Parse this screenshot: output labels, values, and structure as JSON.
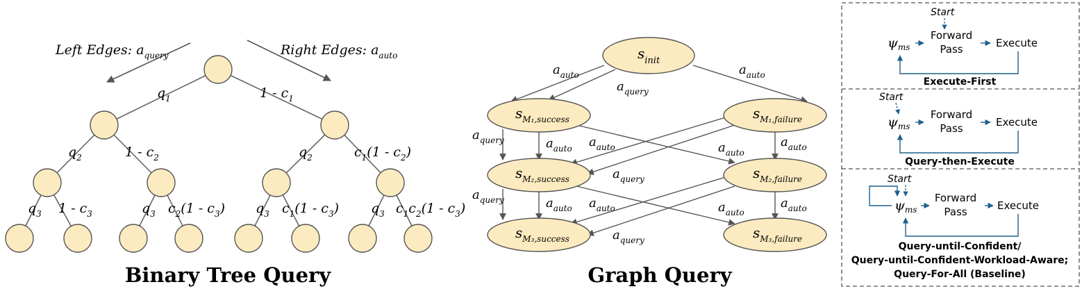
{
  "tree": {
    "caption": "Binary Tree Query",
    "left_edges": {
      "text": "Left Edges: a",
      "sub": "query"
    },
    "right_edges": {
      "text": "Right Edges: a",
      "sub": "auto"
    },
    "labels": {
      "q1": {
        "main": "q",
        "sub": "1"
      },
      "c1": {
        "main": "1 - c",
        "sub": "1"
      },
      "q2a": {
        "main": "q",
        "sub": "2"
      },
      "c2a": {
        "main": "1 - c",
        "sub": "2"
      },
      "q2b": {
        "main": "q",
        "sub": "2"
      },
      "c1c2": {
        "parts": [
          "c",
          "1",
          "(1 - c",
          "2",
          ")"
        ]
      },
      "q3a": {
        "main": "q",
        "sub": "3"
      },
      "c3a": {
        "main": "1 - c",
        "sub": "3"
      },
      "q3b": {
        "main": "q",
        "sub": "3"
      },
      "c2c3": {
        "parts": [
          "c",
          "2",
          "(1 - c",
          "3",
          ")"
        ]
      },
      "q3c": {
        "main": "q",
        "sub": "3"
      },
      "c1c3": {
        "parts": [
          "c",
          "1",
          "(1 - c",
          "3",
          ")"
        ]
      },
      "q3d": {
        "main": "q",
        "sub": "3"
      },
      "c1c2c3": {
        "parts": [
          "c",
          "1",
          "c",
          "2",
          "(1 - c",
          "3",
          ")"
        ]
      }
    }
  },
  "graph": {
    "caption": "Graph Query",
    "nodes": {
      "init": {
        "main": "s",
        "sub": "init"
      },
      "m1s": {
        "main": "s",
        "sub": "M₁,success"
      },
      "m1f": {
        "main": "s",
        "sub": "M₁,failure"
      },
      "m2s": {
        "main": "s",
        "sub": "M₂,success"
      },
      "m2f": {
        "main": "s",
        "sub": "M₂,failure"
      },
      "m3s": {
        "main": "s",
        "sub": "M₃,success"
      },
      "m3f": {
        "main": "s",
        "sub": "M₃,failure"
      }
    },
    "action_main": "a",
    "auto": "auto",
    "query": "query"
  },
  "panels": {
    "start": "Start",
    "psi": "ψ",
    "psi_sub": "ms",
    "forward": "Forward",
    "pass": "Pass",
    "execute": "Execute",
    "panel1_title": "Execute-First",
    "panel2_title": "Query-then-Execute",
    "panel3_title_lines": [
      "Query-until-Confident/",
      "Query-until-Confident-Workload-Aware;",
      "Query-For-All (Baseline)"
    ]
  },
  "colors": {
    "node_fill": "#fcebc0",
    "node_stroke": "#555555",
    "edge": "#666666",
    "flow": "#1f5f8b",
    "dashed_border": "#555555"
  }
}
